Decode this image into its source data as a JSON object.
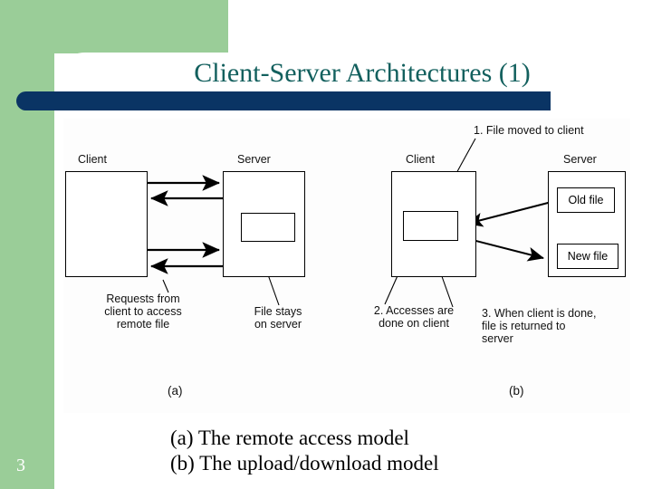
{
  "slide": {
    "title": "Client-Server Architectures (1)",
    "number": "3",
    "accent_green": "#9acd98",
    "accent_navy": "#0a3464",
    "title_color": "#13605e"
  },
  "figure": {
    "panel_a": {
      "letter": "(a)",
      "client_header": "Client",
      "server_header": "Server",
      "note_left": "Requests from\nclient to access\nremote file",
      "note_left_lines": [
        "Requests from",
        "client to access",
        "remote file"
      ],
      "note_right_lines": [
        "File stays",
        "on server"
      ]
    },
    "panel_b": {
      "letter": "(b)",
      "client_header": "Client",
      "server_header": "Server",
      "step1": "1. File moved to client",
      "step2_lines": [
        "2. Accesses are",
        "done on client"
      ],
      "step3_lines": [
        "3. When client is done,",
        "file is returned to",
        "server"
      ],
      "old_file_label": "Old file",
      "new_file_label": "New file"
    }
  },
  "caption": {
    "line_a": "(a) The remote access model",
    "line_b": "(b) The upload/download model"
  }
}
